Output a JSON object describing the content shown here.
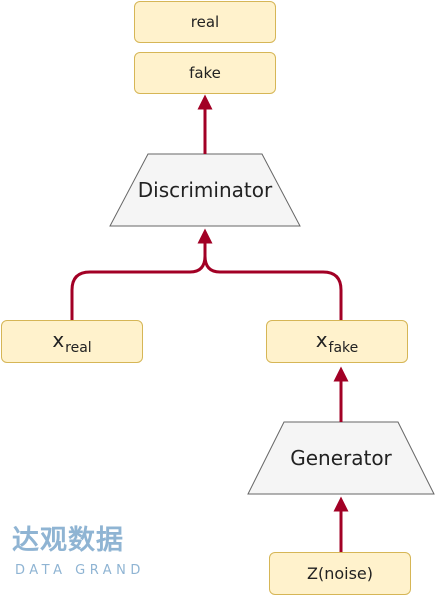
{
  "diagram": {
    "nodes": {
      "real": "real",
      "fake": "fake",
      "discriminator": "Discriminator",
      "x_real_base": "x",
      "x_real_sub": "real",
      "x_fake_base": "x",
      "x_fake_sub": "fake",
      "generator": "Generator",
      "noise": "Z(noise)"
    },
    "edges": [
      {
        "from": "noise",
        "to": "generator"
      },
      {
        "from": "generator",
        "to": "x_fake"
      },
      {
        "from": "x_real",
        "to": "discriminator"
      },
      {
        "from": "x_fake",
        "to": "discriminator"
      },
      {
        "from": "discriminator",
        "to": "fake"
      }
    ]
  },
  "watermark": {
    "chinese": "达观数据",
    "english": "DATA GRAND"
  },
  "colors": {
    "box_fill": "#fff2cc",
    "box_stroke": "#d6b656",
    "arrow": "#a20025",
    "trapezoid_fill": "#f5f5f5",
    "trapezoid_stroke": "#666666",
    "logo": "#8fb4d3"
  }
}
